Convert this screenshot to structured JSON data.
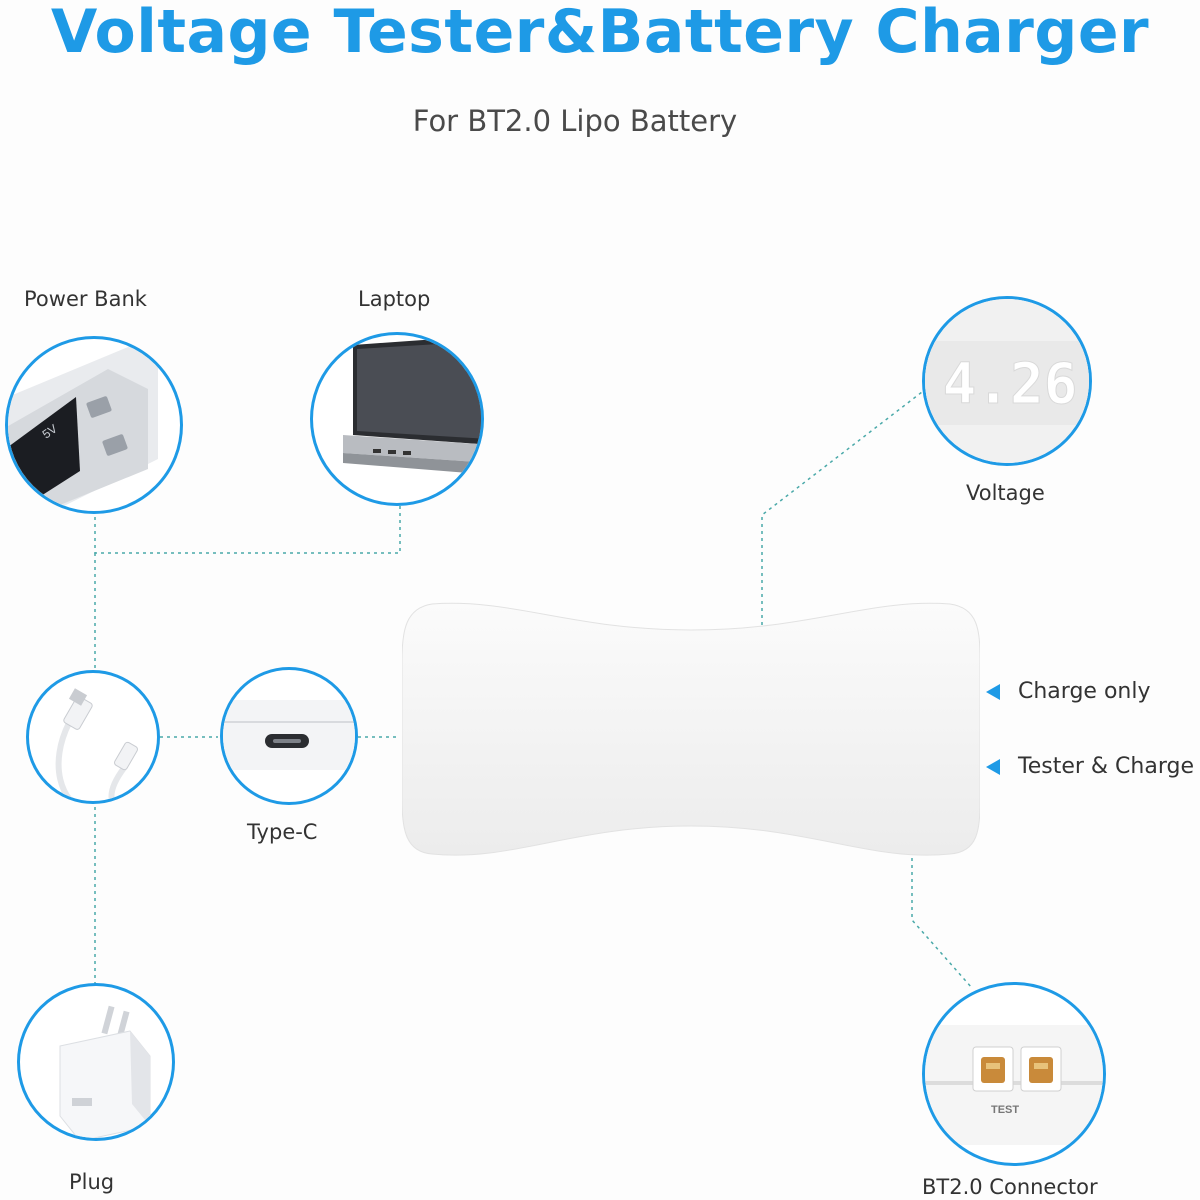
{
  "title": "Voltage Tester&Battery Charger",
  "subtitle": "For BT2.0 Lipo Battery",
  "sources": {
    "power_bank": "Power Bank",
    "laptop": "Laptop",
    "usb_cable": "",
    "type_c": "Type-C",
    "plug": "Plug"
  },
  "voltage": {
    "label": "Voltage",
    "display_value": "4.26"
  },
  "modes": [
    "Charge only",
    "Tester & Charge"
  ],
  "connector": {
    "label": "BT2.0 Connector",
    "port_text": "TEST"
  },
  "colors": {
    "accent": "#1e9ae6",
    "dotted_line": "#4aa9a9",
    "device_body": "#f4f4f4"
  }
}
